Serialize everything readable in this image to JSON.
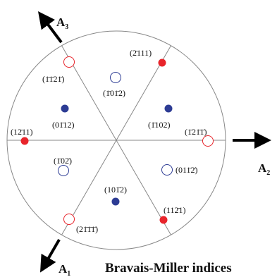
{
  "title": "Bravais-Miller indices",
  "axes": {
    "a1": {
      "main": "A",
      "sub": "1"
    },
    "a2": {
      "main": "A",
      "sub": "2"
    },
    "a3": {
      "main": "A",
      "sub": "3"
    }
  },
  "colors": {
    "red": "#e8242b",
    "blue": "#2d3c94",
    "line": "#888888",
    "arrow": "#000000"
  },
  "points": [
    {
      "id": "p1",
      "label": "(2̄111)",
      "style": "red-filled"
    },
    {
      "id": "p2",
      "label": "(1̄01̄2)",
      "style": "blue-open"
    },
    {
      "id": "p3",
      "label": "(1̄1̄21̄)",
      "style": "red-open"
    },
    {
      "id": "p4",
      "label": "(01̄12)",
      "style": "blue-filled"
    },
    {
      "id": "p5",
      "label": "(1̄102)",
      "style": "blue-filled"
    },
    {
      "id": "p6",
      "label": "(12̄11)",
      "style": "red-filled"
    },
    {
      "id": "p7",
      "label": "(1̄21̄1̄)",
      "style": "red-open"
    },
    {
      "id": "p8",
      "label": "(1̄02̄)",
      "style": "blue-open"
    },
    {
      "id": "p9",
      "label": "(011̄2̄)",
      "style": "blue-open"
    },
    {
      "id": "p10",
      "label": "(101̄2)",
      "style": "blue-filled"
    },
    {
      "id": "p11",
      "label": "(112̄1)",
      "style": "red-filled"
    },
    {
      "id": "p12",
      "label": "(21̄1̄1̄)",
      "style": "red-open"
    }
  ]
}
